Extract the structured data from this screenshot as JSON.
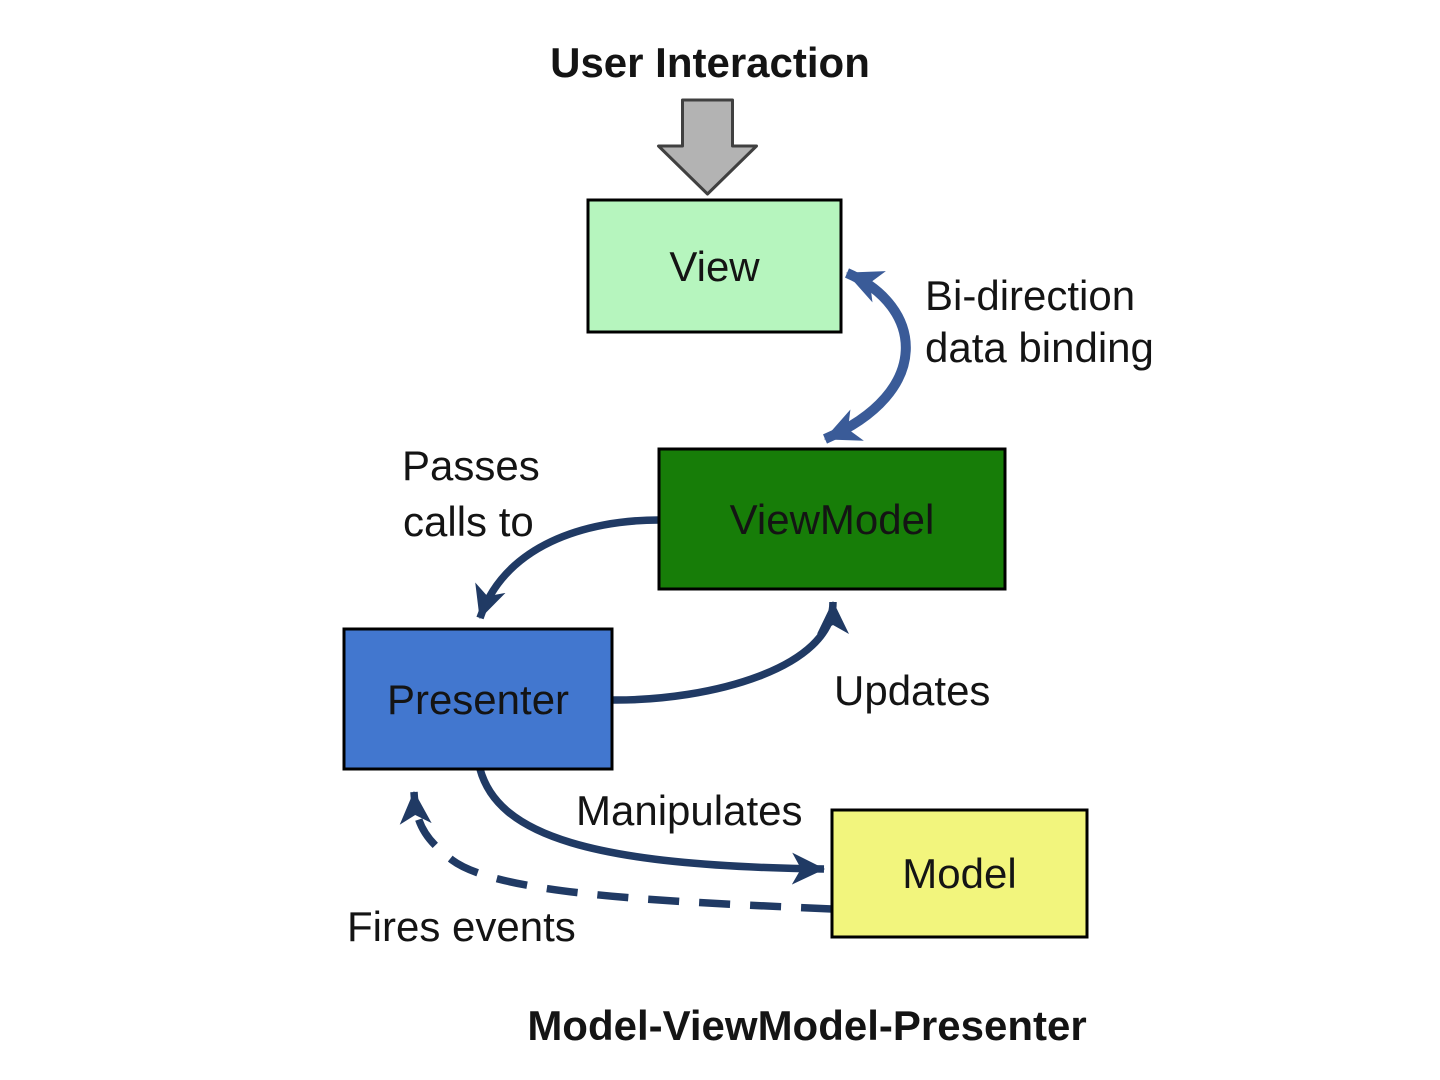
{
  "diagram_title": "Model-ViewModel-Presenter",
  "header": {
    "label": "User Interaction"
  },
  "boxes": {
    "view": {
      "label": "View"
    },
    "viewmodel": {
      "label": "ViewModel"
    },
    "presenter": {
      "label": "Presenter"
    },
    "model": {
      "label": "Model"
    }
  },
  "annotations": {
    "bidirection": {
      "line1": "Bi-direction",
      "line2": "data binding"
    },
    "passes": {
      "line1": "Passes",
      "line2": "calls to"
    },
    "updates": "Updates",
    "manipulates": "Manipulates",
    "fires": "Fires events"
  },
  "colors": {
    "background": "#ffffff",
    "view_fill": "#b6f5be",
    "viewmodel_fill": "#177d08",
    "presenter_fill": "#4277cf",
    "model_fill": "#f2f57d",
    "box_border": "#000000",
    "arrow_navy": "#203a64",
    "arrow_blue": "#3a5b98",
    "gray_arrow_fill": "#b3b3b3",
    "gray_arrow_border": "#404040",
    "text": "#141414"
  }
}
